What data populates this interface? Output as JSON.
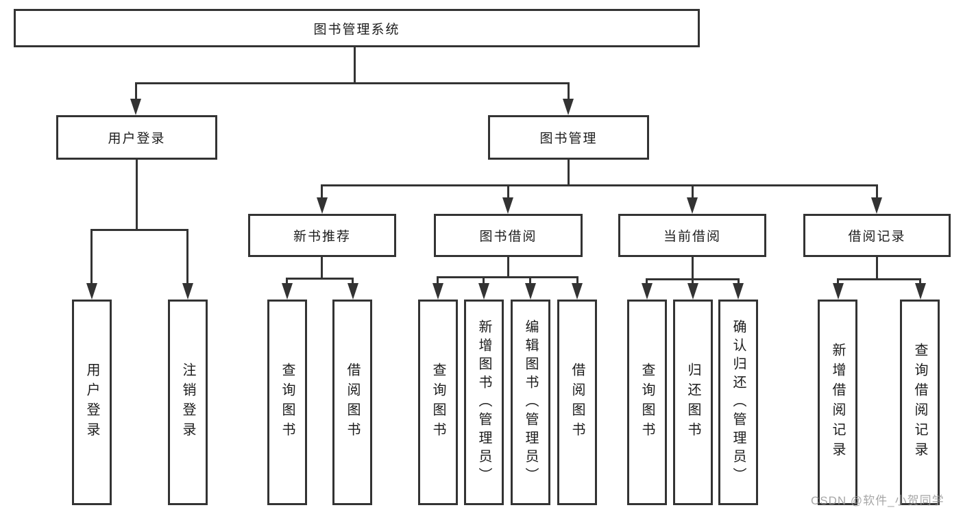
{
  "diagram_title": "图书管理系统",
  "nodes": {
    "root": "图书管理系统",
    "user_login_group": "用户登录",
    "book_management": "图书管理",
    "new_book_recommend": "新书推荐",
    "book_borrowing": "图书借阅",
    "current_borrowing": "当前借阅",
    "borrowing_records": "借阅记录"
  },
  "leaves": {
    "user_login": "用户登录",
    "logout": "注销登录",
    "query_books_recommend": "查询图书",
    "borrow_books_recommend": "借阅图书",
    "query_books_borrowing": "查询图书",
    "add_books_admin": "新增图书（管理员）",
    "edit_books_admin": "编辑图书（管理员）",
    "borrow_books_borrowing": "借阅图书",
    "query_books_current": "查询图书",
    "return_books": "归还图书",
    "confirm_return_admin": "确认归还（管理员）",
    "add_borrow_record": "新增借阅记录",
    "query_borrow_record": "查询借阅记录"
  },
  "watermark": "CSDN @软件_小贺同学",
  "colors": {
    "line": "#333333",
    "text": "#1c1c1c",
    "background": "#ffffff",
    "watermark": "#969696"
  }
}
